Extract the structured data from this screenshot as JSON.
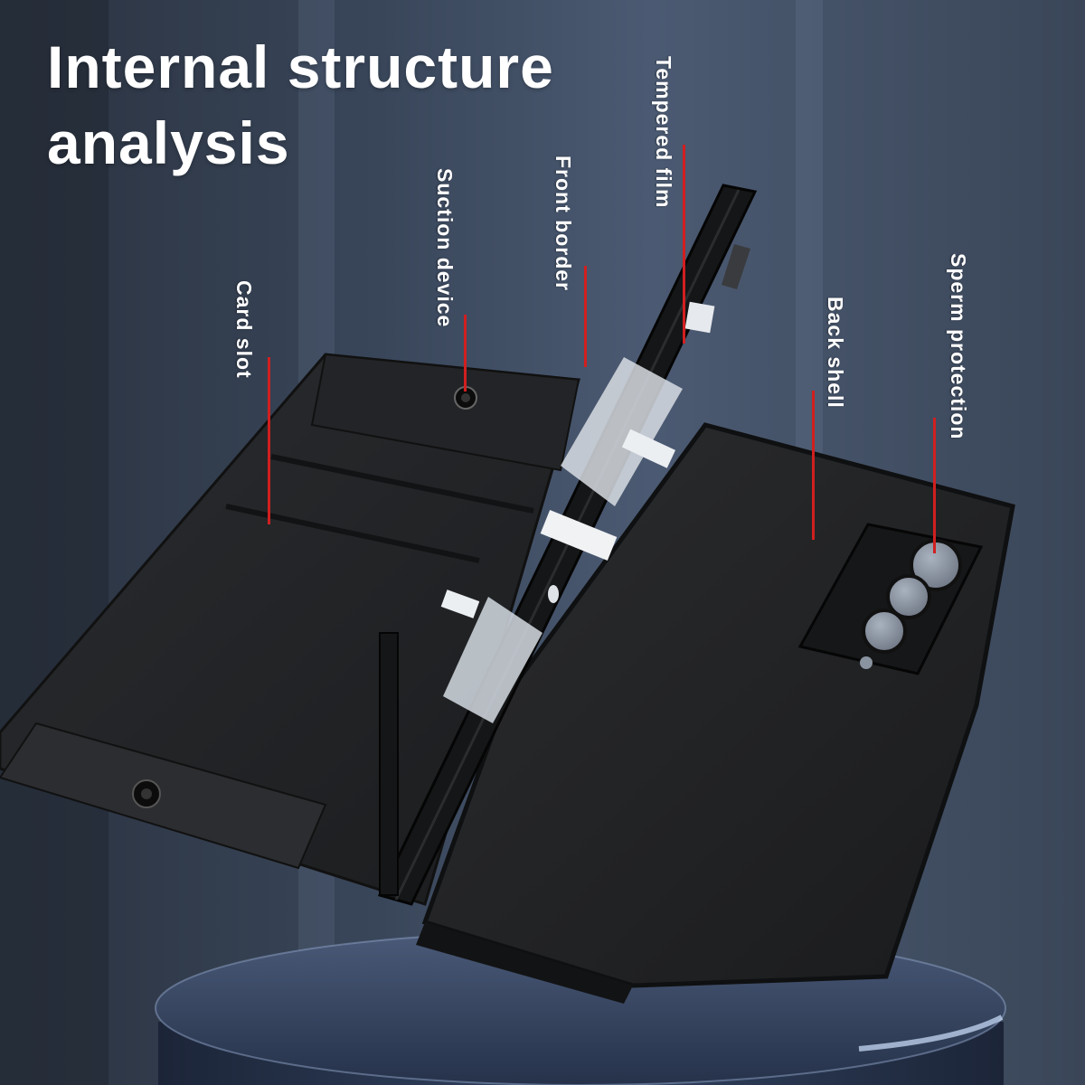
{
  "title": {
    "line1": "Internal structure",
    "line2": "analysis"
  },
  "labels": {
    "card_slot": "Card slot",
    "suction_device": "Suction device",
    "front_border": "Front border",
    "tempered_film": "Tempered film",
    "back_shell": "Back shell",
    "sperm_protection": "Sperm protection"
  },
  "colors": {
    "background": "#2d3746",
    "title_text": "#ffffff",
    "leader_line": "#d11f1f",
    "case_body": "#1f2022",
    "pedestal": "#3c4a63"
  }
}
